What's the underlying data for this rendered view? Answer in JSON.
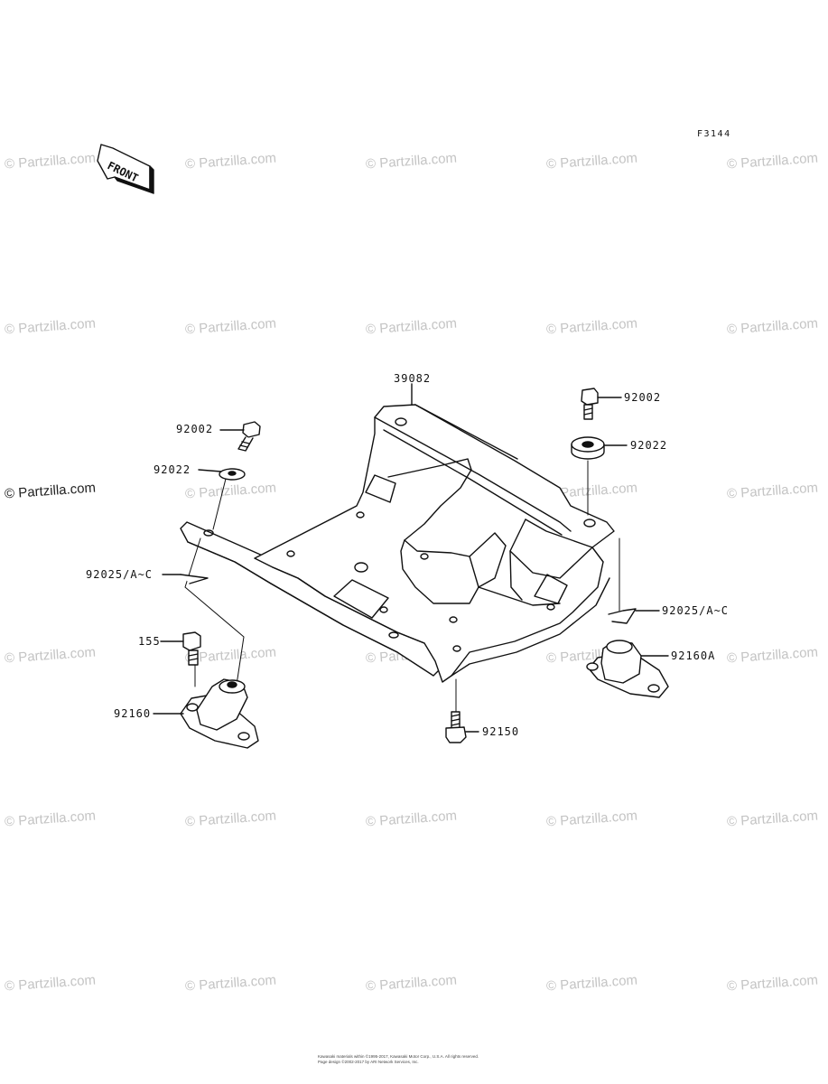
{
  "figure_code": "F3144",
  "front_label": "FRONT",
  "watermark": "© Partzilla.com",
  "parts": {
    "skid_plate": "39082",
    "bolt_top_left": "92002",
    "washer_left": "92022",
    "clip_left": "92025/A~C",
    "bolt_155": "155",
    "mount_left": "92160",
    "bolt_top_right": "92002",
    "washer_right": "92022",
    "clip_right": "92025/A~C",
    "mount_right": "92160A",
    "bolt_bottom": "92150"
  },
  "footer": {
    "line1": "Kawasaki materials within ©1995-2017, Kawasaki Motor Corp., U.S.A. All rights reserved.",
    "line2": "Page design ©2002-2017 by ARI Network Services, Inc."
  }
}
